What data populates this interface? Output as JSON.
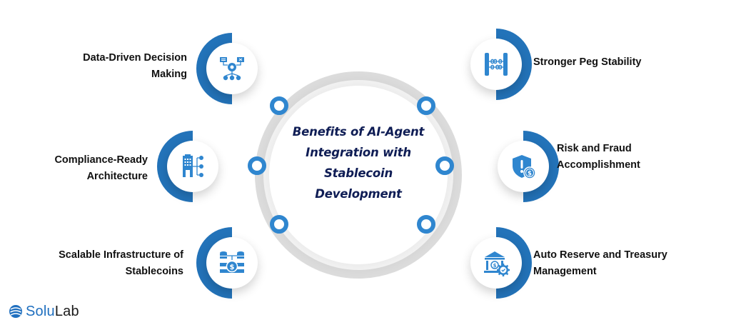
{
  "center": {
    "title": "Benefits of  AI-Agent\nIntegration with\nStablecoin\nDevelopment"
  },
  "colors": {
    "accent_blue": "#2373b9",
    "dot_blue": "#2f86cf",
    "ring_gray": "#dcdcdc",
    "title_navy": "#0f1d55",
    "label_black": "#111111"
  },
  "benefits": [
    {
      "label": "Data-Driven Decision\nMaking",
      "icon": "decision-flow-icon",
      "side": "left"
    },
    {
      "label": "Compliance-Ready\nArchitecture",
      "icon": "building-checklist-icon",
      "side": "left"
    },
    {
      "label": "Scalable Infrastructure of\nStablecoins",
      "icon": "database-coin-icon",
      "side": "left"
    },
    {
      "label": "Stronger Peg Stability",
      "icon": "abacus-peg-icon",
      "side": "right"
    },
    {
      "label": "Risk and Fraud\nAccomplishment",
      "icon": "shield-alert-coin-icon",
      "side": "right"
    },
    {
      "label": "Auto Reserve and Treasury\nManagement",
      "icon": "bank-gear-icon",
      "side": "right"
    }
  ],
  "logo": {
    "part1": "Solu",
    "part2": "Lab"
  }
}
